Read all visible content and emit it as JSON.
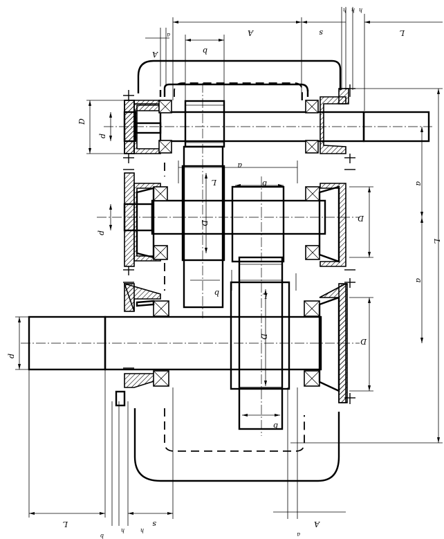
{
  "labels": {
    "top_A": "A",
    "top_s": "s",
    "top_L": "L",
    "top_b": "b",
    "top_h1": "h",
    "top_h2": "h",
    "top_h3": "h",
    "top_A_small": "A",
    "top_a_small": "a",
    "mid_a": "a",
    "mid_b1": "b",
    "mid_b2": "b",
    "mid_b3": "b",
    "mid_L1": "L",
    "mid_L2": "L",
    "left_D": "D",
    "left_d1": "d",
    "left_d2": "d",
    "left_d3": "d",
    "right_D1": "D",
    "right_D2": "D",
    "right_a1": "a",
    "right_a2": "a",
    "right_L": "L",
    "gear_D1": "D",
    "gear_D2": "D",
    "bot_L": "L",
    "bot_s": "s",
    "bot_h1": "h",
    "bot_h2": "h",
    "bot_A": "A",
    "bot_a": "a",
    "bot_b": "b"
  }
}
